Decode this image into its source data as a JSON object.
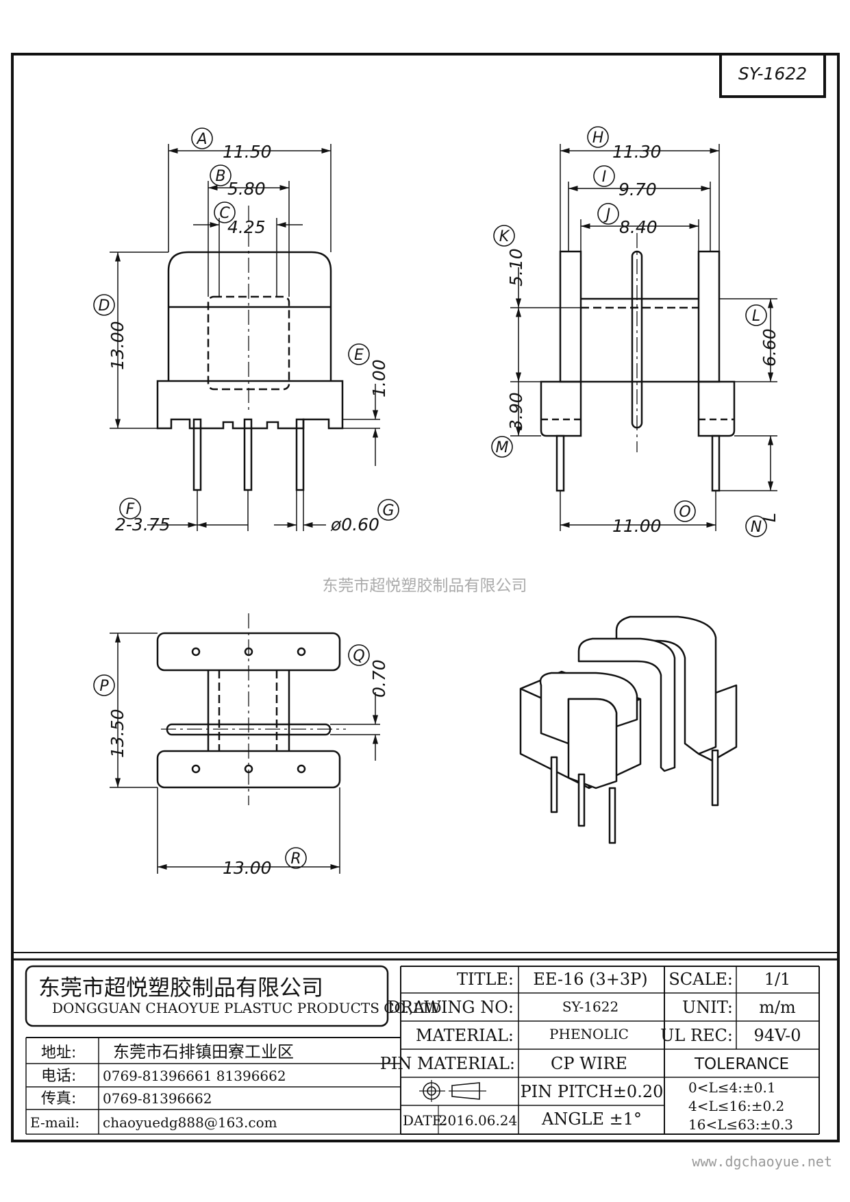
{
  "part_code": "SY-1622",
  "watermark": "东莞市超悦塑胶制品有限公司",
  "website": "www.dgchaoyue.net",
  "dimensions": {
    "A": "11.50",
    "B": "5.80",
    "C": "4.25",
    "D": "13.00",
    "E": "1.00",
    "F": "2-3.75",
    "G": "ø0.60",
    "H": "11.30",
    "I": "9.70",
    "J": "8.40",
    "K": "5.10",
    "M": "6.60",
    "L": "3.90",
    "O": "11.00",
    "N": "L",
    "P": "13.50",
    "Q": "0.70",
    "R": "13.00"
  },
  "labels": [
    "A",
    "B",
    "C",
    "D",
    "E",
    "F",
    "G",
    "H",
    "I",
    "J",
    "K",
    "L",
    "M",
    "N",
    "O",
    "P",
    "Q",
    "R"
  ],
  "title_block": {
    "company_cn": "东莞市超悦塑胶制品有限公司",
    "company_en": "DONGGUAN CHAOYUE PLASTUC PRODUCTS CO.,LTD",
    "address_label": "地址:",
    "address": "东莞市石排镇田寮工业区",
    "phone_label": "电话:",
    "phone": "0769-81396661  81396662",
    "fax_label": "传真:",
    "fax": "0769-81396662",
    "email_label": "E-mail:",
    "email": "chaoyuedg888@163.com",
    "title_label": "TITLE:",
    "title": "EE-16 (3+3P)",
    "drawing_no_label": "DRAWING NO:",
    "drawing_no": "SY-1622",
    "material_label": "MATERIAL:",
    "material": "PHENOLIC",
    "pin_material_label": "PIN MATERIAL:",
    "pin_material": "CP WIRE",
    "date_label": "DATE:",
    "date": "2016.06.24",
    "pin_pitch": "PIN PITCH±0.20",
    "angle": "ANGLE  ±1°",
    "scale_label": "SCALE:",
    "scale": "1/1",
    "unit_label": "UNIT:",
    "unit": "m/m",
    "ul_label": "UL REC:",
    "ul": "94V-0",
    "tolerance_label": "TOLERANCE",
    "tolerances": [
      "0<L≤4:±0.1",
      "4<L≤16:±0.2",
      "16<L≤63:±0.3"
    ]
  }
}
